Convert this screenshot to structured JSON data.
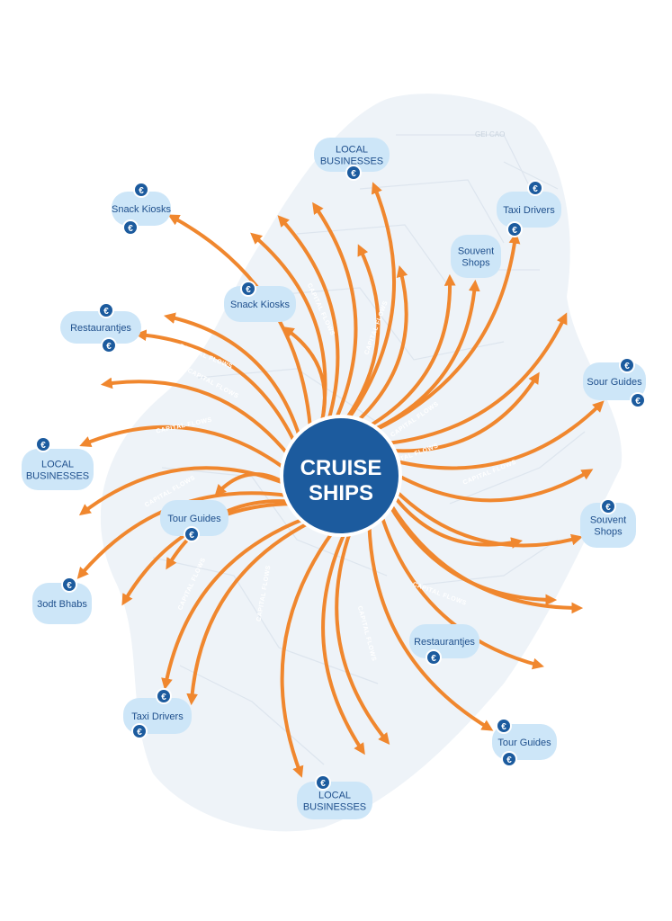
{
  "hub": {
    "line1": "CRUISE",
    "line2": "SHIPS"
  },
  "flow_label": "CAPITAL FLOWS",
  "map_label": "GEI CAO",
  "currency_symbol": "€",
  "colors": {
    "arrow": "#f0872e",
    "hub": "#1c5b9e",
    "node_fill": "#cde6f8",
    "badge": "#1c5b9e",
    "map": "#eef3f8"
  },
  "nodes": [
    {
      "id": "local-businesses-top",
      "lines": [
        "LOCAL",
        "BUSINESSES"
      ],
      "badges": 1
    },
    {
      "id": "snack-kiosks-top-left",
      "lines": [
        "Snack Kiosks"
      ],
      "badges": 2
    },
    {
      "id": "taxi-drivers-top-right",
      "lines": [
        "Taxi Drivers"
      ],
      "badges": 2
    },
    {
      "id": "souvenir-shops-top",
      "lines": [
        "Souvent",
        "Shops"
      ],
      "badges": 0
    },
    {
      "id": "snack-kiosks-center",
      "lines": [
        "Snack Kiosks"
      ],
      "badges": 1
    },
    {
      "id": "restaurants-left",
      "lines": [
        "Restaurantjes"
      ],
      "badges": 2
    },
    {
      "id": "tour-guides-right",
      "lines": [
        "Sour Guides"
      ],
      "badges": 2
    },
    {
      "id": "local-businesses-left",
      "lines": [
        "LOCAL",
        "BUSINESSES"
      ],
      "badges": 1
    },
    {
      "id": "tour-guides-center",
      "lines": [
        "Tour Guides"
      ],
      "badges": 1
    },
    {
      "id": "souvenir-shops-right",
      "lines": [
        "Souvent",
        "Shops"
      ],
      "badges": 1
    },
    {
      "id": "boat-rentals-left",
      "lines": [
        "3odt Bhabs"
      ],
      "badges": 1
    },
    {
      "id": "restaurants-bottom",
      "lines": [
        "Restaurantjes"
      ],
      "badges": 1
    },
    {
      "id": "taxi-drivers-bottom",
      "lines": [
        "Taxi Drivers"
      ],
      "badges": 2
    },
    {
      "id": "tour-guides-bottom-right",
      "lines": [
        "Tour Guides"
      ],
      "badges": 2
    },
    {
      "id": "local-businesses-bottom",
      "lines": [
        "LOCAL",
        "BUSINESSES"
      ],
      "badges": 1
    }
  ]
}
